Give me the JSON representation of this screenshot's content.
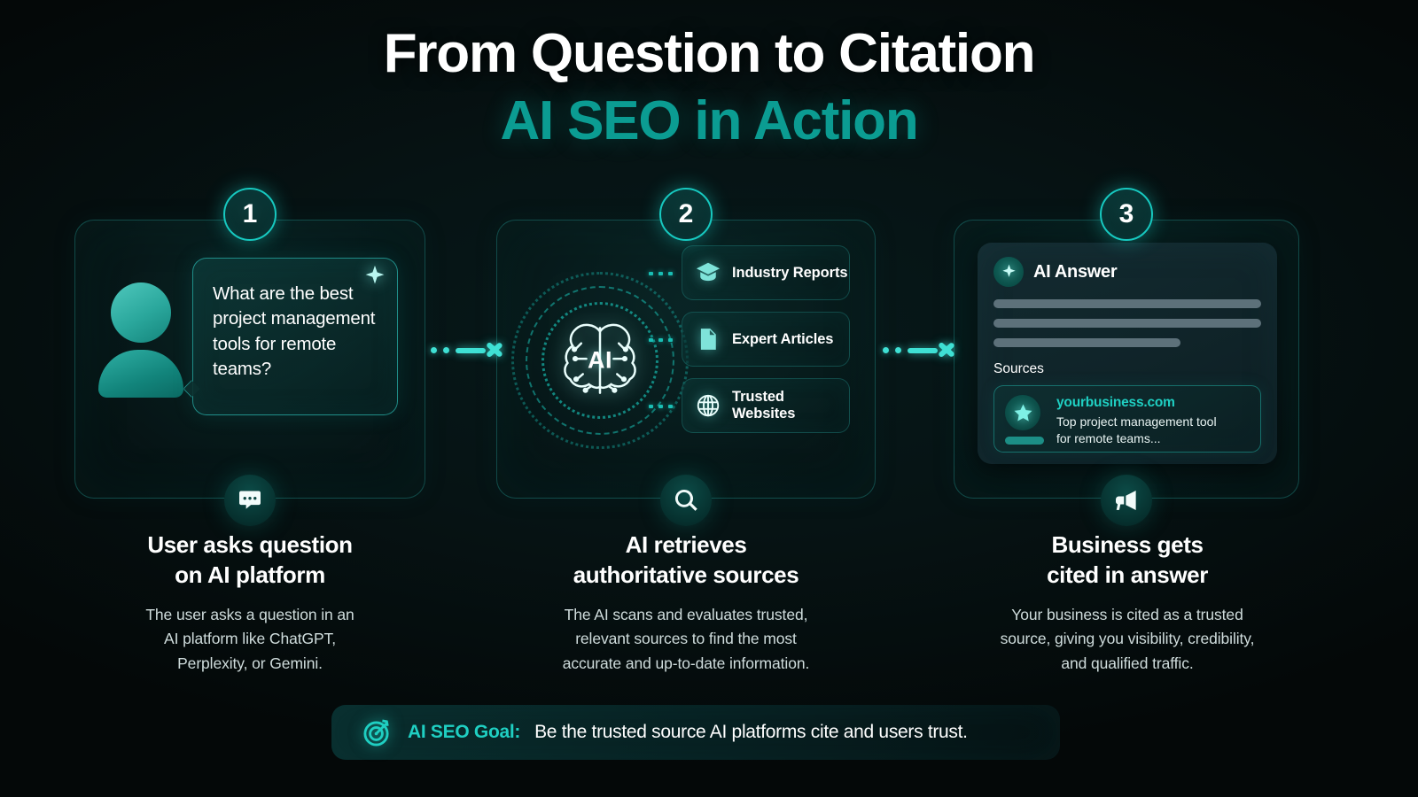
{
  "header": {
    "title_line1": "From Question to Citation",
    "title_line2": "AI SEO in Action",
    "accent_color": "#0b9c92"
  },
  "theme": {
    "background": "#040808",
    "panel_border": "#1c7874",
    "accent_cyan": "#1fcfc2",
    "arrow_color": "#3fe0d4",
    "step_ring": "#17c9c0"
  },
  "steps": [
    {
      "number": "1",
      "badge_icon": "chat-bubble-icon",
      "caption_title": "User asks question\non AI platform",
      "caption_title_lines": [
        "User asks question",
        "on AI platform"
      ],
      "caption_body_lines": [
        "The user asks a question in an",
        "AI platform like ChatGPT,",
        "Perplexity, or Gemini."
      ],
      "avatar_icon": "user-avatar-icon",
      "bubble": {
        "text": "What are the best project management tools for remote teams?",
        "sparkle_icon": "sparkle-icon"
      }
    },
    {
      "number": "2",
      "badge_icon": "magnifier-icon",
      "caption_title_lines": [
        "AI retrieves",
        "authoritative sources"
      ],
      "caption_body_lines": [
        "The AI scans and evaluates trusted,",
        "relevant sources to find the most",
        "accurate and up-to-date information."
      ],
      "brain": {
        "label": "AI",
        "icon": "brain-circuit-icon"
      },
      "source_chips": [
        {
          "label": "Industry Reports",
          "icon": "graduation-cap-icon"
        },
        {
          "label": "Expert Articles",
          "icon": "document-icon"
        },
        {
          "label": "Trusted Websites",
          "icon": "globe-icon"
        }
      ]
    },
    {
      "number": "3",
      "badge_icon": "megaphone-icon",
      "caption_title_lines": [
        "Business gets",
        "cited in answer"
      ],
      "caption_body_lines": [
        "Your business is cited as a trusted",
        "source, giving you visibility, credibility,",
        "and qualified traffic."
      ],
      "answer_card": {
        "header_label": "AI Answer",
        "header_icon": "sparkle-icon",
        "skeleton_widths": [
          "100%",
          "100%",
          "70%"
        ],
        "sources_label": "Sources",
        "source": {
          "icon": "star-icon",
          "domain": "yourbusiness.com",
          "description_lines": [
            "Top project management tool",
            "for remote teams..."
          ]
        }
      }
    }
  ],
  "connectors": [
    {
      "icon": "arrow-right-icon"
    },
    {
      "icon": "arrow-right-icon"
    }
  ],
  "footer": {
    "icon": "target-dart-icon",
    "label": "AI SEO Goal:",
    "text": "Be the trusted source AI platforms cite and users trust."
  }
}
